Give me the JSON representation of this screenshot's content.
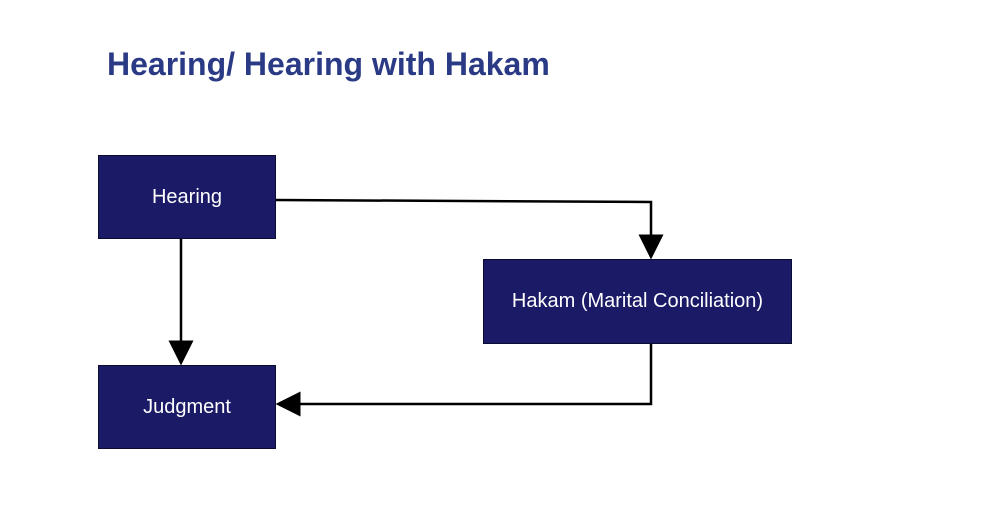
{
  "title": "Hearing/ Hearing with Hakam",
  "nodes": {
    "hearing": "Hearing",
    "hakam": "Hakam (Marital Conciliation)",
    "judgment": "Judgment"
  },
  "colors": {
    "box": "#1b1a66",
    "title": "#2a3a85"
  }
}
